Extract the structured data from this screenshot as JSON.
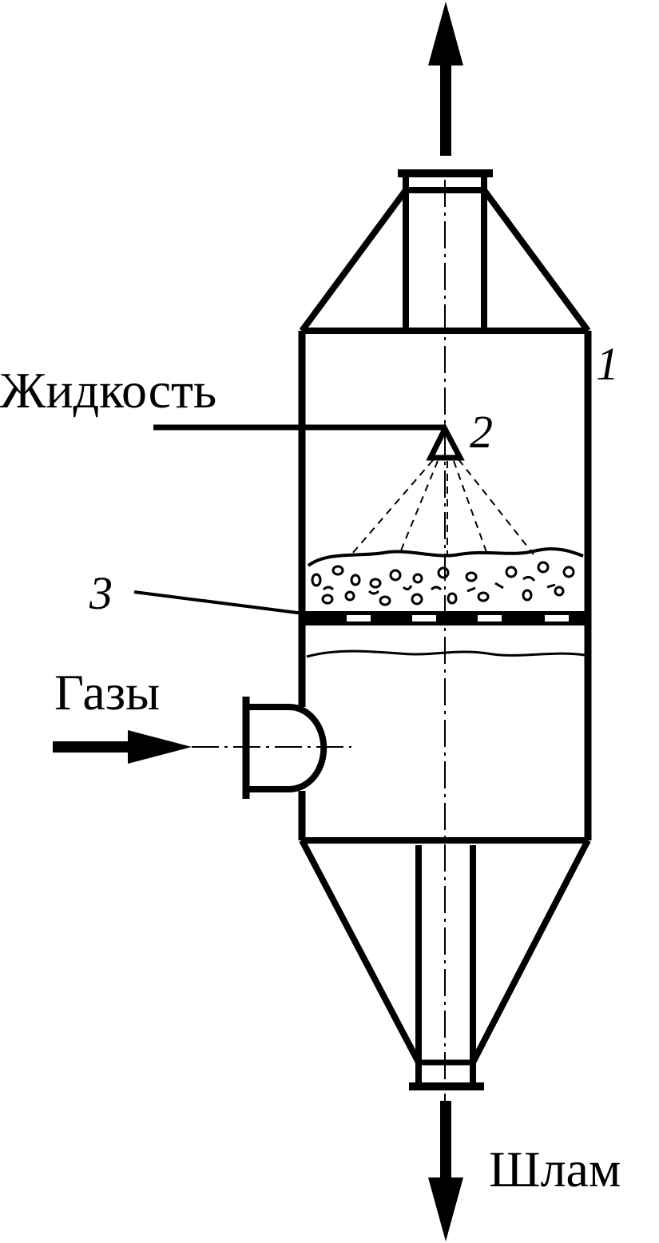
{
  "labels": {
    "liquid": "Жидкость",
    "gases": "Газы",
    "sludge": "Шлам",
    "body_number": "1",
    "nozzle_number": "2",
    "grid_number": "3"
  },
  "colors": {
    "line": "#000000",
    "background": "#ffffff"
  }
}
